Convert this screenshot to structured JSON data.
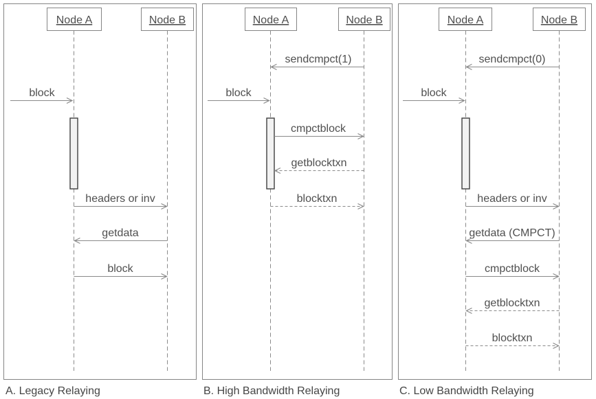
{
  "panels": [
    {
      "caption": "A. Legacy Relaying",
      "actors": [
        {
          "name": "Node A"
        },
        {
          "name": "Node B"
        }
      ],
      "messages": [
        {
          "label": "block",
          "from": "external",
          "to": "Node A",
          "style": "solid"
        },
        {
          "label": "headers or inv",
          "from": "Node A",
          "to": "Node B",
          "style": "solid"
        },
        {
          "label": "getdata",
          "from": "Node B",
          "to": "Node A",
          "style": "solid"
        },
        {
          "label": "block",
          "from": "Node A",
          "to": "Node B",
          "style": "solid"
        }
      ]
    },
    {
      "caption": "B. High Bandwidth Relaying",
      "actors": [
        {
          "name": "Node A"
        },
        {
          "name": "Node B"
        }
      ],
      "messages": [
        {
          "label": "sendcmpct(1)",
          "from": "Node B",
          "to": "Node A",
          "style": "solid"
        },
        {
          "label": "block",
          "from": "external",
          "to": "Node A",
          "style": "solid"
        },
        {
          "label": "cmpctblock",
          "from": "Node A",
          "to": "Node B",
          "style": "solid"
        },
        {
          "label": "getblocktxn",
          "from": "Node B",
          "to": "Node A",
          "style": "dashed"
        },
        {
          "label": "blocktxn",
          "from": "Node A",
          "to": "Node B",
          "style": "dashed"
        }
      ]
    },
    {
      "caption": "C. Low Bandwidth Relaying",
      "actors": [
        {
          "name": "Node A"
        },
        {
          "name": "Node B"
        }
      ],
      "messages": [
        {
          "label": "sendcmpct(0)",
          "from": "Node B",
          "to": "Node A",
          "style": "solid"
        },
        {
          "label": "block",
          "from": "external",
          "to": "Node A",
          "style": "solid"
        },
        {
          "label": "headers or inv",
          "from": "Node A",
          "to": "Node B",
          "style": "solid"
        },
        {
          "label": "getdata (CMPCT)",
          "from": "Node B",
          "to": "Node A",
          "style": "solid"
        },
        {
          "label": "cmpctblock",
          "from": "Node A",
          "to": "Node B",
          "style": "solid"
        },
        {
          "label": "getblocktxn",
          "from": "Node B",
          "to": "Node A",
          "style": "dashed"
        },
        {
          "label": "blocktxn",
          "from": "Node A",
          "to": "Node B",
          "style": "dashed"
        }
      ]
    }
  ],
  "colors": {
    "background": "#ffffff",
    "frame_line": "#848484",
    "arrow_line": "#8a8a8a",
    "text": "#4f4f4f",
    "activation_fill": "#f2f2f2",
    "activation_border": "#3f3f3f"
  }
}
